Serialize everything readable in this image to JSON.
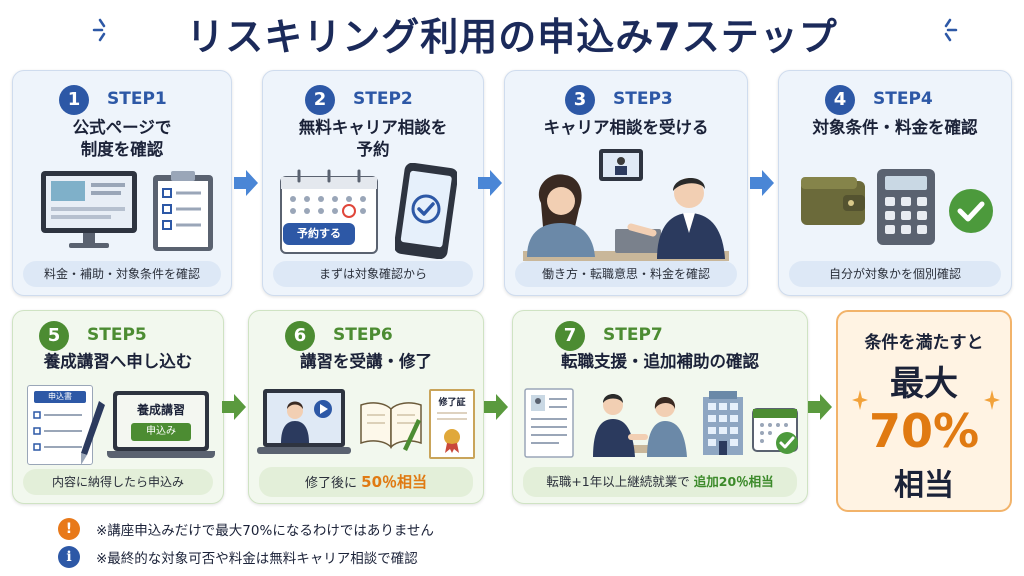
{
  "title": "リスキリング利用の申込み7ステップ",
  "steps": [
    {
      "num": "1",
      "label": "STEP1",
      "title1": "公式ページで",
      "title2": "制度を確認",
      "caption": "料金・補助・対象条件を確認"
    },
    {
      "num": "2",
      "label": "STEP2",
      "title1": "無料キャリア相談を",
      "title2": "予約",
      "caption": "まずは対象確認から",
      "button": "予約する"
    },
    {
      "num": "3",
      "label": "STEP3",
      "title1": "キャリア相談を受ける",
      "caption": "働き方・転職意思・料金を確認"
    },
    {
      "num": "4",
      "label": "STEP4",
      "title1": "対象条件・料金を確認",
      "caption": "自分が対象かを個別確認"
    },
    {
      "num": "5",
      "label": "STEP5",
      "title1": "養成講習へ申し込む",
      "caption": "内容に納得したら申込み",
      "form_label": "申込書",
      "screen_title": "養成講習",
      "screen_button": "申込み"
    },
    {
      "num": "6",
      "label": "STEP6",
      "title1": "講習を受講・修了",
      "caption_pre": "修了後に",
      "caption_hl": "50％相当",
      "cert_label": "修了証"
    },
    {
      "num": "7",
      "label": "STEP7",
      "title1": "転職支援・追加補助の確認",
      "caption_pre": "転職+1年以上継続就業で",
      "caption_hl": "追加20％相当"
    }
  ],
  "result": {
    "line1": "条件を満たすと",
    "line2": "最大",
    "line3": "70%",
    "line4": "相当"
  },
  "notes": [
    {
      "icon": "!",
      "color": "#e8791a",
      "text": "※講座申込みだけで最大70%になるわけではありません"
    },
    {
      "icon": "i",
      "color": "#2d58a6",
      "text": "※最終的な対象可否や料金は無料キャリア相談で確認"
    }
  ],
  "colors": {
    "blue": "#2d58a6",
    "green": "#4c8c32",
    "orange": "#e07a12",
    "navy": "#1b2a5a"
  }
}
